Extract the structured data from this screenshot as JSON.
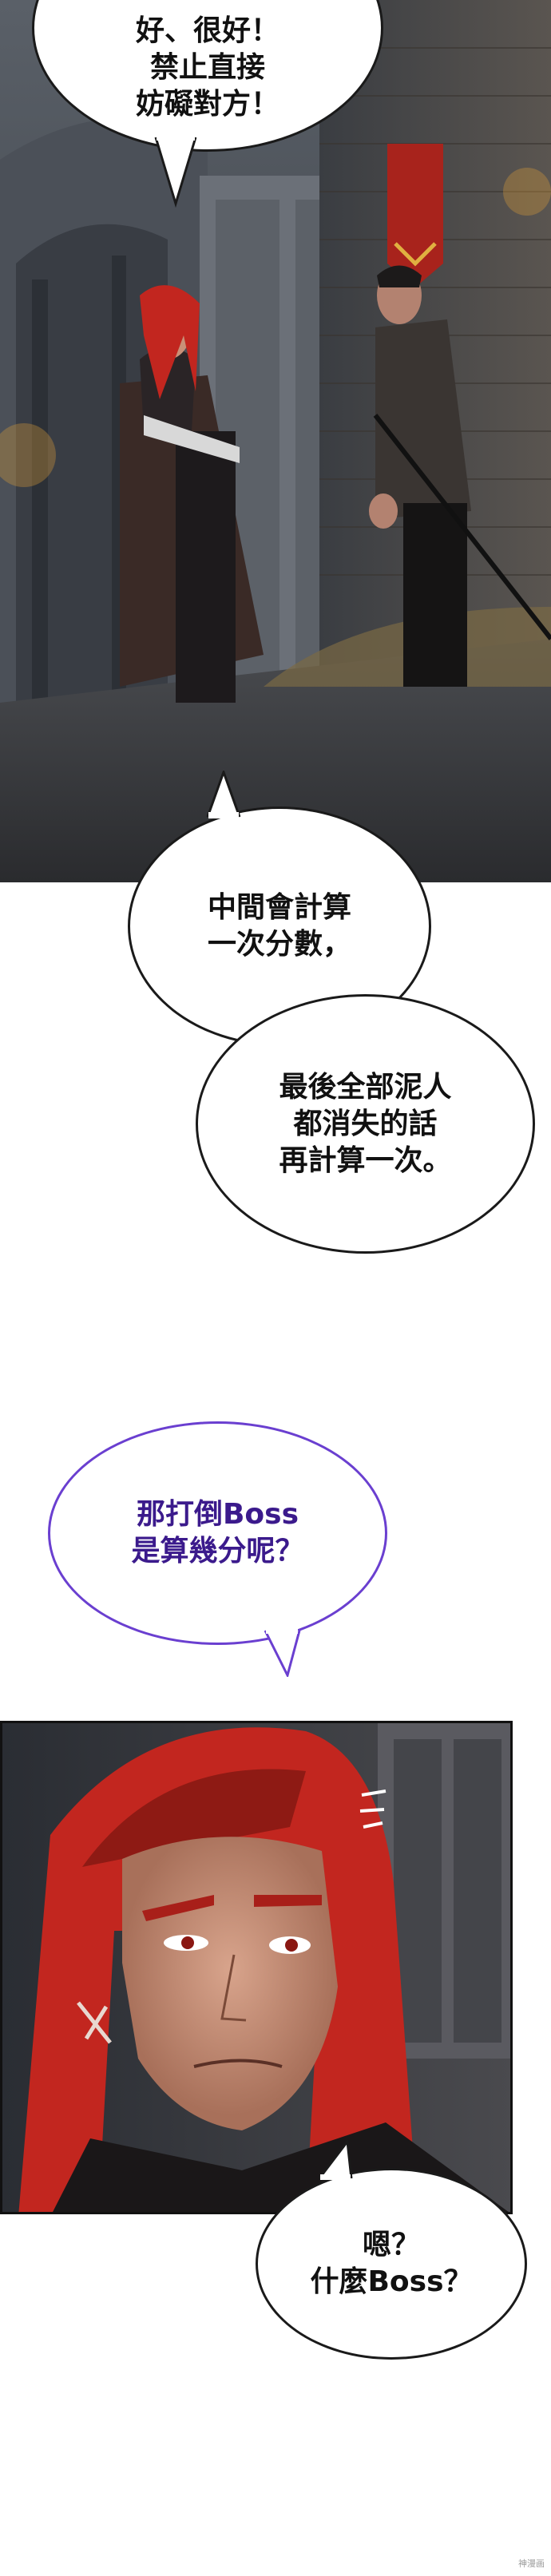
{
  "bubbles": {
    "b1": "好、很好！\n禁止直接\n妨礙對方！",
    "b2": "中間會計算\n一次分數，",
    "b3": "最後全部泥人\n都消失的話\n再計算一次。",
    "b4": "那打倒Boss\n是算幾分呢？",
    "b5": "嗯？\n什麼Boss？"
  },
  "colors": {
    "b4_text": "#3b1a8c",
    "b4_border": "#6a3fd0",
    "hair": "#c2261f"
  },
  "watermark": "神漫画"
}
